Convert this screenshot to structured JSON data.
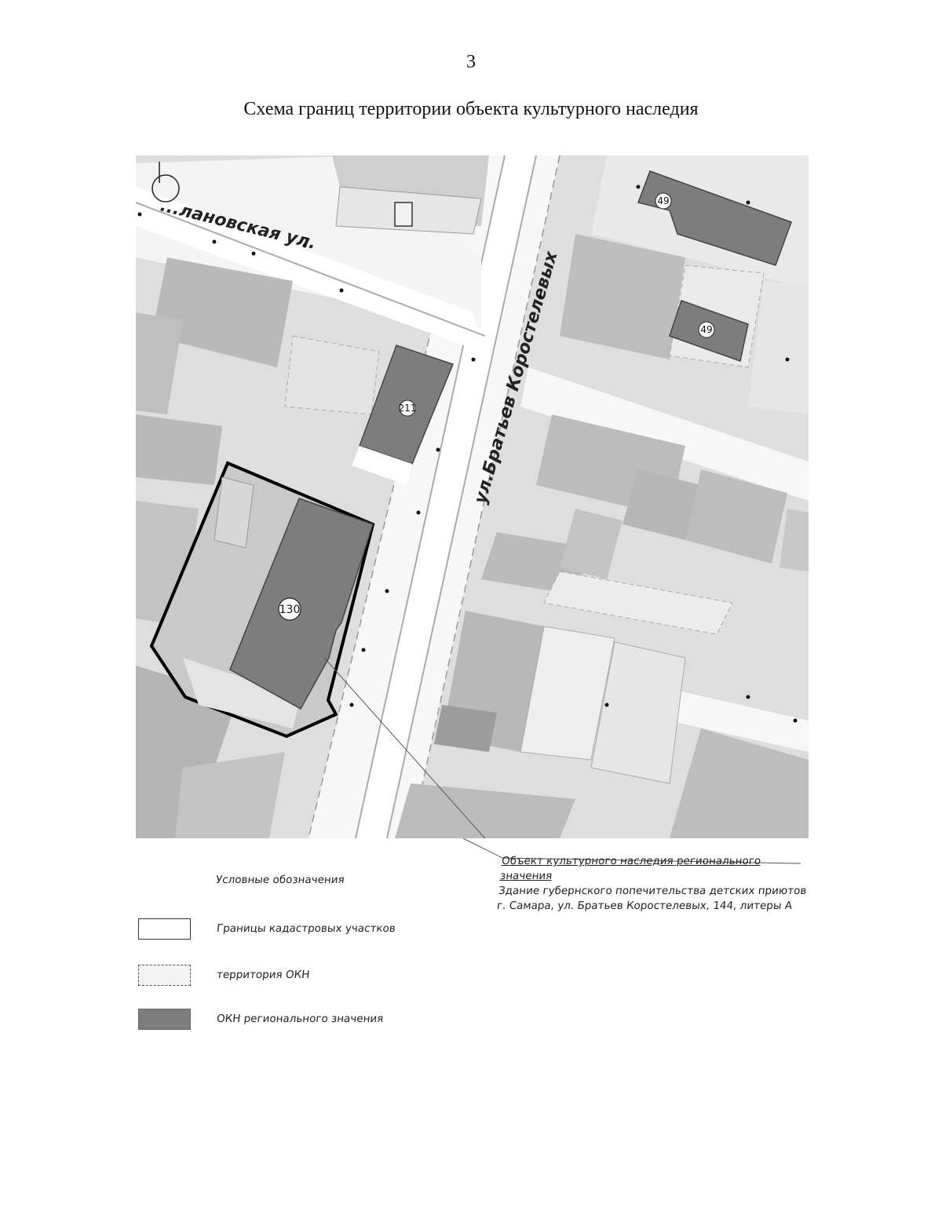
{
  "page_number": "3",
  "title": "Схема границ территории объекта культурного наследия",
  "map": {
    "streets": {
      "street_top": "...лановская ул.",
      "street_main": "ул.Братьев Коростелевых"
    },
    "building_labels": {
      "b211": "211",
      "b130": "130",
      "b49a": "49",
      "b49b": "49"
    }
  },
  "object_caption": {
    "line1": "Объект культурного наследия регионального значения",
    "line2": "Здание губернского попечительства детских приютов",
    "line3": "г. Самара, ул. Братьев Коростелевых, 144, литеры А"
  },
  "legend": {
    "heading": "Условные обозначения",
    "items": [
      {
        "label": "Границы кадастровых участков"
      },
      {
        "label": "территория ОКН"
      },
      {
        "label": "ОКН регионального значения"
      }
    ]
  },
  "colors": {
    "okn_fill": "#7d7d7d",
    "block_fill": "#c9c9c9",
    "road_fill": "#ffffff",
    "background_fill": "#dedede"
  }
}
